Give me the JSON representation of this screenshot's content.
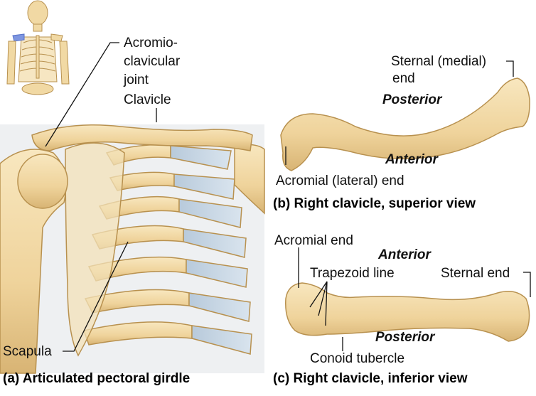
{
  "panel_a": {
    "caption": "(a) Articulated pectoral girdle",
    "labels": {
      "acromioclavicular_1": "Acromio-",
      "acromioclavicular_2": "clavicular",
      "acromioclavicular_3": "joint",
      "clavicle": "Clavicle",
      "scapula": "Scapula"
    }
  },
  "panel_b": {
    "caption": "(b) Right clavicle, superior view",
    "labels": {
      "sternal_end": "Sternal (medial)",
      "sternal_end_2": "end",
      "posterior": "Posterior",
      "anterior": "Anterior",
      "acromial_end": "Acromial (lateral) end"
    }
  },
  "panel_c": {
    "caption": "(c) Right clavicle, inferior view",
    "labels": {
      "acromial_end": "Acromial end",
      "anterior": "Anterior",
      "trapezoid_line": "Trapezoid line",
      "sternal_end": "Sternal end",
      "posterior": "Posterior",
      "conoid_tubercle": "Conoid tubercle"
    }
  },
  "colors": {
    "bone": "#f1d9a4",
    "bone_shadow": "#d9b678",
    "bone_outline": "#b8914f",
    "cartilage": "#c9d8e6",
    "highlight": "#5570c8"
  }
}
